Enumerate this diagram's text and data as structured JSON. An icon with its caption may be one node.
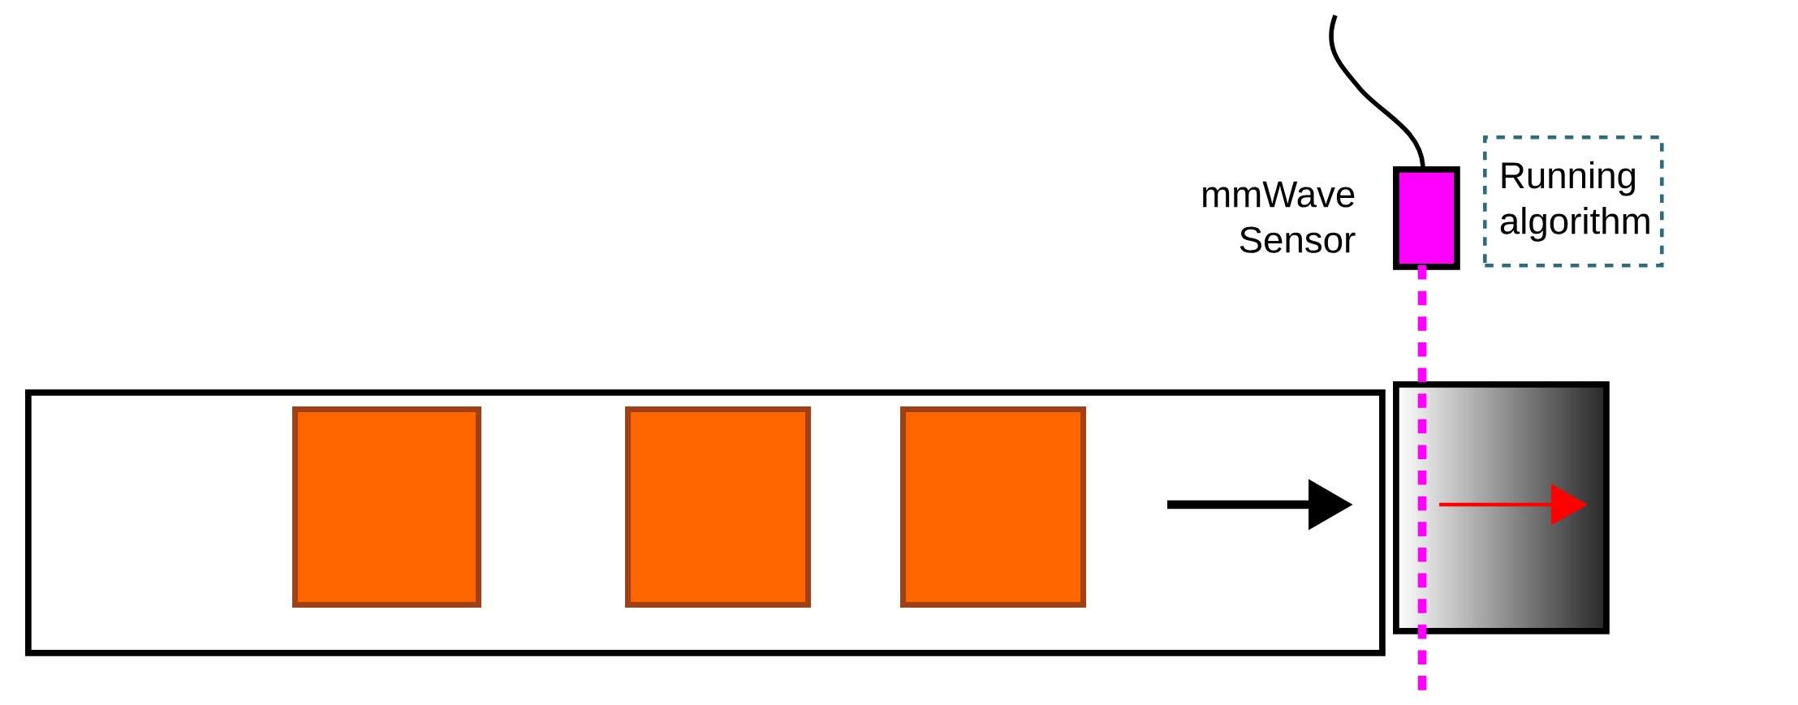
{
  "diagram": {
    "nodes": [
      {
        "text": [],
        "shape": "box"
      },
      {
        "text": [],
        "shape": "box",
        "in": 0
      },
      {
        "text": [],
        "shape": "box",
        "in": 0
      },
      {
        "text": [],
        "shape": "box",
        "in": 0
      },
      {
        "text": [],
        "shape": "box"
      },
      {
        "text": [],
        "shape": "box",
        "beside": [
          "mmWave Sensor"
        ]
      },
      {
        "text": [
          "Running algorithm"
        ]
      }
    ]
  }
}
